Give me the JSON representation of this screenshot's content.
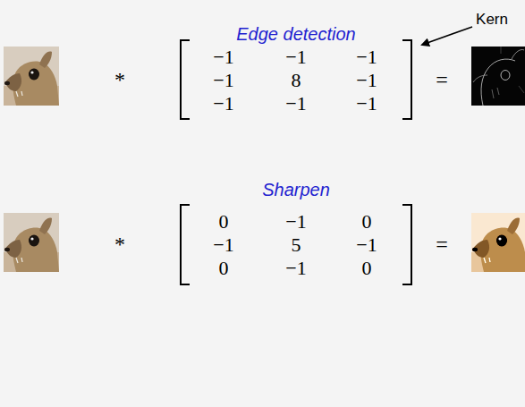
{
  "diagram": {
    "labels": [
      "Edge detection",
      "Kern",
      "*",
      "−1",
      "−1",
      "−1",
      "−1",
      "8",
      "−1",
      "−1",
      "−1",
      "−1",
      "=",
      "Sharpen",
      "*",
      "0",
      "−1",
      "0",
      "−1",
      "5",
      "−1",
      "0",
      "−1",
      "0",
      "="
    ]
  }
}
